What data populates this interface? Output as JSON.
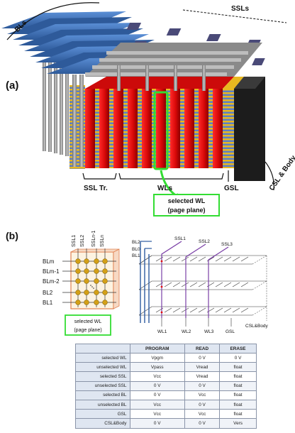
{
  "panel_a": {
    "label": "(a)",
    "bls": "BLs",
    "ssls": "SSLs",
    "ssl_tr": "SSL Tr.",
    "wls": "WLs",
    "gsl": "GSL",
    "csl_body": "CSL & Body",
    "selected_wl_line1": "selected WL",
    "selected_wl_line2": "(page plane)"
  },
  "panel_b": {
    "label": "(b)",
    "plane_top_labels": [
      "SSL1",
      "SSL2",
      "SSLn-1",
      "SSLn"
    ],
    "plane_left_labels": [
      "BLm",
      "BLm-1",
      "BLm-2",
      "BL2",
      "BL1"
    ],
    "selected_wl_line1": "selected WL",
    "selected_wl_line2": "(page plane)",
    "schem_bl_labels": [
      "BL2",
      "BL0",
      "BL1"
    ],
    "schem_ssl_labels": [
      "SSL1",
      "SSL2",
      "SSL3"
    ],
    "schem_bottom_labels": [
      "WL1",
      "WL2",
      "WL3",
      "GSL",
      "CSL&Body"
    ]
  },
  "table": {
    "headers": [
      "",
      "PROGRAM",
      "READ",
      "ERASE"
    ],
    "rows": [
      {
        "label": "selected WL",
        "program": "Vpgm",
        "read": "0 V",
        "erase": "0 V"
      },
      {
        "label": "unselected WL",
        "program": "Vpass",
        "read": "Vread",
        "erase": "float"
      },
      {
        "label": "selected SSL",
        "program": "Vcc",
        "read": "Vread",
        "erase": "float"
      },
      {
        "label": "unselected SSL",
        "program": "0 V",
        "read": "0 V",
        "erase": "float"
      },
      {
        "label": "selected BL",
        "program": "0 V",
        "read": "Vcc",
        "erase": "float"
      },
      {
        "label": "unselected BL",
        "program": "Vcc",
        "read": "0 V",
        "erase": "float"
      },
      {
        "label": "GSL",
        "program": "Vcc",
        "read": "Vcc",
        "erase": "float"
      },
      {
        "label": "CSL&Body",
        "program": "0 V",
        "read": "0 V",
        "erase": "Vers"
      }
    ]
  },
  "colors": {
    "bl_blue": "#3d6fb6",
    "wl_red": "#e01010",
    "gate_gray": "#9a9a9a",
    "select_green": "#33dd33",
    "plane_gold": "#d4a017",
    "cap_purple": "#4a4a78",
    "body_black": "#1c1c1c"
  }
}
